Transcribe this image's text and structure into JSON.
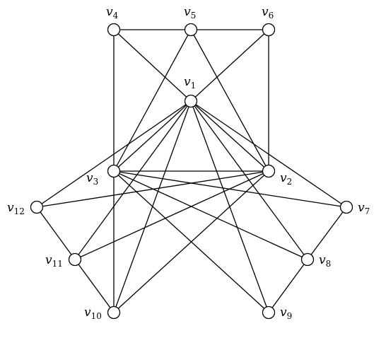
{
  "graph": {
    "nodes": [
      {
        "id": "v1",
        "base": "v",
        "sub": "1"
      },
      {
        "id": "v2",
        "base": "v",
        "sub": "2"
      },
      {
        "id": "v3",
        "base": "v",
        "sub": "3"
      },
      {
        "id": "v4",
        "base": "v",
        "sub": "4"
      },
      {
        "id": "v5",
        "base": "v",
        "sub": "5"
      },
      {
        "id": "v6",
        "base": "v",
        "sub": "6"
      },
      {
        "id": "v7",
        "base": "v",
        "sub": "7"
      },
      {
        "id": "v8",
        "base": "v",
        "sub": "8"
      },
      {
        "id": "v9",
        "base": "v",
        "sub": "9"
      },
      {
        "id": "v10",
        "base": "v",
        "sub": "10"
      },
      {
        "id": "v11",
        "base": "v",
        "sub": "11"
      },
      {
        "id": "v12",
        "base": "v",
        "sub": "12"
      }
    ],
    "edges": [
      [
        "v4",
        "v5"
      ],
      [
        "v5",
        "v6"
      ],
      [
        "v4",
        "v3"
      ],
      [
        "v6",
        "v2"
      ],
      [
        "v4",
        "v1"
      ],
      [
        "v6",
        "v1"
      ],
      [
        "v5",
        "v3"
      ],
      [
        "v5",
        "v2"
      ],
      [
        "v1",
        "v3"
      ],
      [
        "v1",
        "v2"
      ],
      [
        "v1",
        "v7"
      ],
      [
        "v1",
        "v8"
      ],
      [
        "v1",
        "v9"
      ],
      [
        "v1",
        "v10"
      ],
      [
        "v1",
        "v11"
      ],
      [
        "v1",
        "v12"
      ],
      [
        "v3",
        "v2"
      ],
      [
        "v3",
        "v7"
      ],
      [
        "v3",
        "v8"
      ],
      [
        "v3",
        "v9"
      ],
      [
        "v3",
        "v10"
      ],
      [
        "v2",
        "v12"
      ],
      [
        "v2",
        "v11"
      ],
      [
        "v2",
        "v10"
      ],
      [
        "v12",
        "v11"
      ],
      [
        "v11",
        "v10"
      ],
      [
        "v7",
        "v8"
      ],
      [
        "v8",
        "v9"
      ]
    ]
  }
}
